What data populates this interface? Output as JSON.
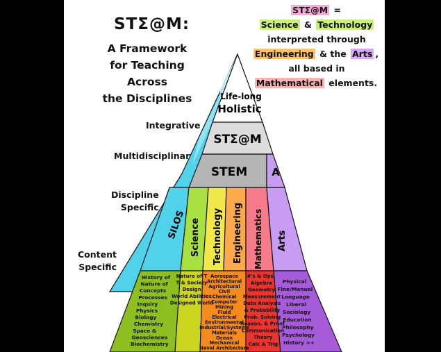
{
  "title": {
    "main": "STΣ@M:",
    "subtitle": "A Framework\nfor Teaching Across\nthe Disciplines"
  },
  "definition": {
    "line1_a": "STΣ@M",
    "line1_b": " =",
    "line2_a": "Science",
    "line2_b": " & ",
    "line2_c": "Technology",
    "line3": "interpreted through",
    "line4_a": "Engineering",
    "line4_b": " & the ",
    "line4_c": "Arts",
    "line4_d": ",",
    "line5": "all based in",
    "line6_a": "Mathematical",
    "line6_b": " elements."
  },
  "side_labels": {
    "integrative": "Integrative",
    "multidisciplinary": "Multidisciplinary",
    "discipline_specific": "Discipline\nSpecific",
    "content_specific": "Content\nSpecific"
  },
  "tiers": {
    "top": [
      "Life-long",
      "Holistic"
    ],
    "steam": "STΣ@M",
    "stem": "STEM",
    "a": "A"
  },
  "columns": [
    "SILOS",
    "Science",
    "Technology",
    "Engineering",
    "Mathematics",
    "Arts"
  ],
  "content_cells": {
    "science": [
      "History of",
      "Nature of",
      "Concepts",
      "Processes",
      "Inquiry",
      "Physics",
      "Biology",
      "Chemistry",
      "Space &",
      "Geosciences",
      "Biochemistry"
    ],
    "technology": [
      "Nature of T",
      "T & Society",
      "Design",
      "World Abilities",
      "Designed World"
    ],
    "engineering": [
      "Aerospace",
      "Architectural",
      "Agricultural",
      "Civil",
      "Chemical",
      "Computer",
      "Mining",
      "Fluid",
      "Electrical",
      "Environmental",
      "Industrial/Systems",
      "Materials",
      "Ocean",
      "Mechanical",
      "Naval Architecture"
    ],
    "mathematics": [
      "#'s & Ops.",
      "Algebra",
      "Geometry",
      "Measurement",
      "Data Analysis",
      "& Probability",
      "Prob. Solving",
      "Reason. & Proof",
      "Communication",
      "Theory",
      "Calc & Trig"
    ],
    "arts": [
      "Physical",
      "Fine/Manual",
      "Language",
      "Liberal",
      "Sociology",
      "Education",
      "Philosophy",
      "Psychology",
      "History ++"
    ]
  },
  "colors": {
    "cyan": "#4fd2ea",
    "science": "#a7e040",
    "technology": "#f3e84a",
    "engineering": "#ffa94d",
    "mathematics": "#f77a8a",
    "arts": "#c79cf2",
    "stem": "#b5b5b5",
    "steam": "#dcdcdc",
    "content_science": "#8cbf1f",
    "content_tech": "#ccd61e",
    "content_eng": "#f58a1f",
    "content_math": "#e8352f",
    "content_arts": "#a65cd8"
  }
}
